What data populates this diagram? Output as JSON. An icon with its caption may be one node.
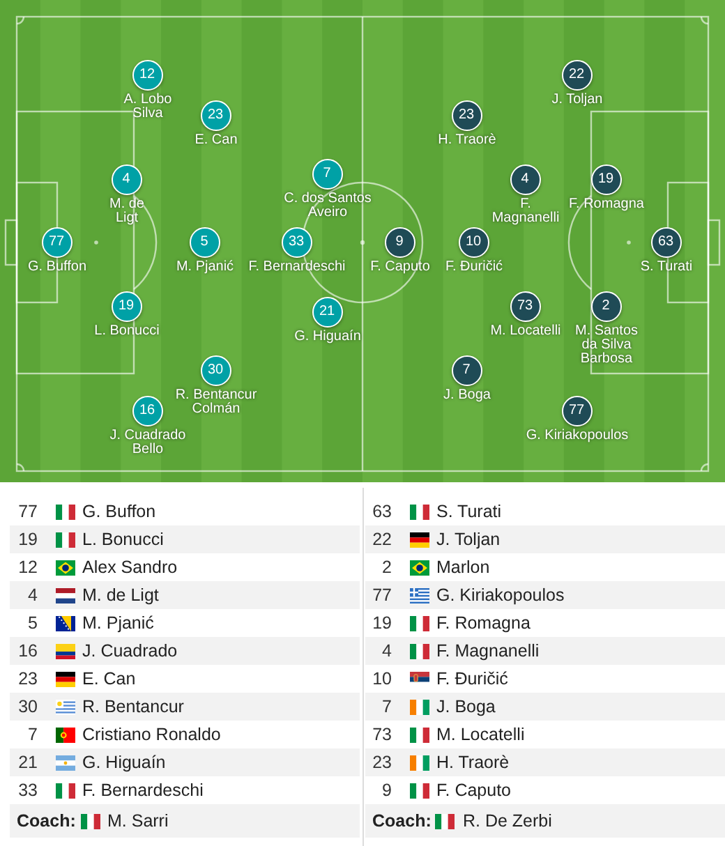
{
  "diagram": {
    "nodes": [
      {
        "text": [
          "12",
          "A. Lobo Silva"
        ]
      },
      {
        "text": [
          "23",
          "E. Can"
        ]
      },
      {
        "text": [
          "4",
          "M. de Ligt"
        ]
      },
      {
        "text": [
          "7",
          "C. dos Santos Aveiro"
        ]
      },
      {
        "text": [
          "77",
          "G. Buffon"
        ]
      },
      {
        "text": [
          "5",
          "M. Pjanić"
        ]
      },
      {
        "text": [
          "33",
          "F. Bernardeschi"
        ]
      },
      {
        "text": [
          "19",
          "L. Bonucci"
        ]
      },
      {
        "text": [
          "21",
          "G. Higuaín"
        ]
      },
      {
        "text": [
          "30",
          "R. Bentancur Colmán"
        ]
      },
      {
        "text": [
          "16",
          "J. Cuadrado Bello"
        ]
      },
      {
        "text": [
          "22",
          "J. Toljan"
        ]
      },
      {
        "text": [
          "23",
          "H. Traorè"
        ]
      },
      {
        "text": [
          "4",
          "F. Magnanelli"
        ]
      },
      {
        "text": [
          "19",
          "F. Romagna"
        ]
      },
      {
        "text": [
          "9",
          "F. Caputo"
        ]
      },
      {
        "text": [
          "10",
          "F. Đuričić"
        ]
      },
      {
        "text": [
          "63",
          "S. Turati"
        ]
      },
      {
        "text": [
          "73",
          "M. Locatelli"
        ]
      },
      {
        "text": [
          "2",
          "M. Santos da Silva Barbosa"
        ]
      },
      {
        "text": [
          "7",
          "J. Boga"
        ]
      },
      {
        "text": [
          "77",
          "G. Kiriakopoulos"
        ]
      }
    ],
    "labels": [
      "77",
      "G. Buffon",
      "19",
      "L. Bonucci",
      "12",
      "Alex Sandro",
      "4",
      "M. de Ligt",
      "5",
      "M. Pjanić",
      "16",
      "J. Cuadrado",
      "23",
      "E. Can",
      "30",
      "R. Bentancur",
      "7",
      "Cristiano Ronaldo",
      "21",
      "G. Higuaín",
      "33",
      "F. Bernardeschi",
      "Coach:",
      "M. Sarri",
      "63",
      "S. Turati",
      "22",
      "J. Toljan",
      "2",
      "Marlon",
      "77",
      "G. Kiriakopoulos",
      "19",
      "F. Romagna",
      "4",
      "F. Magnanelli",
      "10",
      "F. Đuričić",
      "7",
      "J. Boga",
      "73",
      "M. Locatelli",
      "23",
      "H. Traorè",
      "9",
      "F. Caputo",
      "Coach:",
      "R. De Zerbi"
    ]
  }
}
